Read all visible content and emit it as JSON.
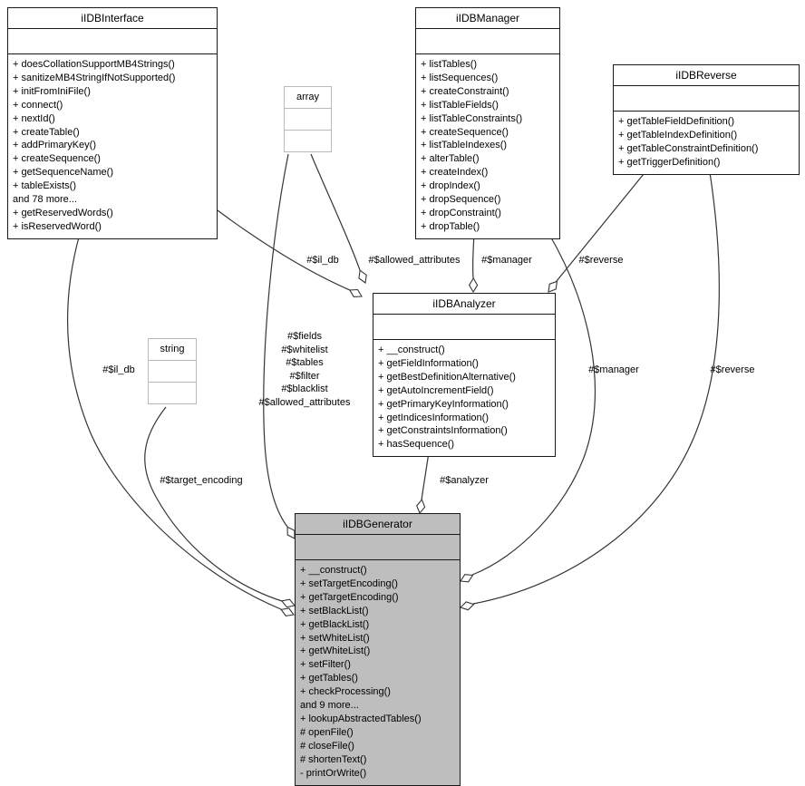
{
  "classes": {
    "interface": {
      "title": "iIDBInterface",
      "methods": [
        "+ doesCollationSupportMB4Strings()",
        "+ sanitizeMB4StringIfNotSupported()",
        "+ initFromIniFile()",
        "+ connect()",
        "+ nextId()",
        "+ createTable()",
        "+ addPrimaryKey()",
        "+ createSequence()",
        "+ getSequenceName()",
        "+ tableExists()",
        "and 78 more...",
        "+ getReservedWords()",
        "+ isReservedWord()"
      ]
    },
    "manager": {
      "title": "iIDBManager",
      "methods": [
        "+ listTables()",
        "+ listSequences()",
        "+ createConstraint()",
        "+ listTableFields()",
        "+ listTableConstraints()",
        "+ createSequence()",
        "+ listTableIndexes()",
        "+ alterTable()",
        "+ createIndex()",
        "+ dropIndex()",
        "+ dropSequence()",
        "+ dropConstraint()",
        "+ dropTable()"
      ]
    },
    "reverse": {
      "title": "iIDBReverse",
      "methods": [
        "+ getTableFieldDefinition()",
        "+ getTableIndexDefinition()",
        "+ getTableConstraintDefinition()",
        "+ getTriggerDefinition()"
      ]
    },
    "analyzer": {
      "title": "iIDBAnalyzer",
      "methods": [
        "+ __construct()",
        "+ getFieldInformation()",
        "+ getBestDefinitionAlternative()",
        "+ getAutoIncrementField()",
        "+ getPrimaryKeyInformation()",
        "+ getIndicesInformation()",
        "+ getConstraintsInformation()",
        "+ hasSequence()"
      ]
    },
    "generator": {
      "title": "iIDBGenerator",
      "methods": [
        "+ __construct()",
        "+ setTargetEncoding()",
        "+ getTargetEncoding()",
        "+ setBlackList()",
        "+ getBlackList()",
        "+ setWhiteList()",
        "+ getWhiteList()",
        "+ setFilter()",
        "+ getTables()",
        "+ checkProcessing()",
        "and 9 more...",
        "+ lookupAbstractedTables()",
        "# openFile()",
        "# closeFile()",
        "# shortenText()",
        "- printOrWrite()"
      ]
    },
    "array": {
      "title": "array"
    },
    "string": {
      "title": "string"
    }
  },
  "edge_labels": {
    "il_db_top": "#$il_db",
    "allowed_attributes_top": "#$allowed_attributes",
    "manager_top": "#$manager",
    "reverse_top": "#$reverse",
    "il_db_left": "#$il_db",
    "array_generator": [
      "#$fields",
      "#$whitelist",
      "#$tables",
      "#$filter",
      "#$blacklist",
      "#$allowed_attributes"
    ],
    "manager_right": "#$manager",
    "reverse_right": "#$reverse",
    "target_encoding": "#$target_encoding",
    "analyzer": "#$analyzer"
  },
  "colors": {
    "generator_fill": "#bebebe",
    "box_border": "#1a1a1a",
    "plain_box_border": "#b9b9b9",
    "edge_stroke": "#353535"
  }
}
